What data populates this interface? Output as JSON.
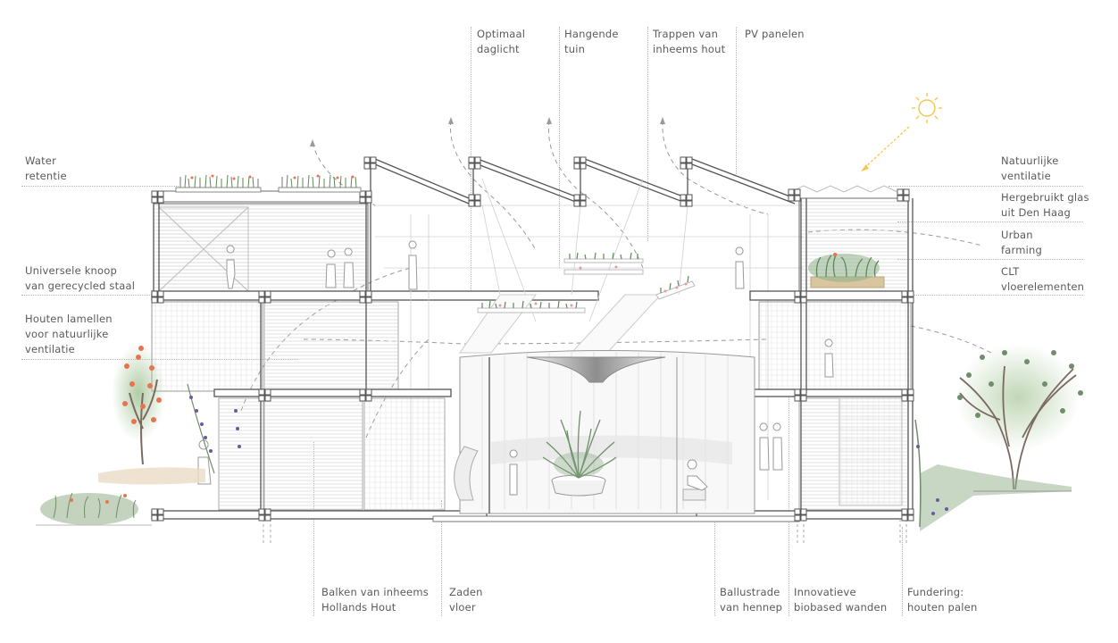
{
  "diagram": {
    "type": "architectural-section",
    "accent_colors": {
      "line": "#6b6b6b",
      "light_line": "#c8c8c8",
      "vegetation": "#7fa37a",
      "flowers": "#e8734f",
      "sun": "#f4c84a"
    }
  },
  "labels": {
    "top": [
      {
        "line1": "Optimaal",
        "line2": "daglicht"
      },
      {
        "line1": "Hangende",
        "line2": "tuin"
      },
      {
        "line1": "Trappen van",
        "line2": "inheems hout"
      },
      {
        "line1": "PV panelen",
        "line2": ""
      }
    ],
    "left": [
      {
        "line1": "Water",
        "line2": "retentie",
        "line3": ""
      },
      {
        "line1": "Universele knoop",
        "line2": "van gerecycled staal",
        "line3": ""
      },
      {
        "line1": "Houten lamellen",
        "line2": "voor natuurlijke",
        "line3": "ventilatie"
      }
    ],
    "right": [
      {
        "line1": "Natuurlijke",
        "line2": "ventilatie"
      },
      {
        "line1": "Hergebruikt glas",
        "line2": "uit Den Haag"
      },
      {
        "line1": "Urban",
        "line2": "farming"
      },
      {
        "line1": "CLT",
        "line2": "vloerelementen"
      }
    ],
    "bottom": [
      {
        "line1": "Balken van inheems",
        "line2": "Hollands Hout"
      },
      {
        "line1": "Zaden",
        "line2": "vloer"
      },
      {
        "line1": "Ballustrade",
        "line2": "van hennep"
      },
      {
        "line1": "Innovatieve",
        "line2": "biobased wanden"
      },
      {
        "line1": "Fundering:",
        "line2": "houten palen"
      }
    ]
  },
  "icons": [
    "sun-icon",
    "airflow-arrow-icon",
    "sunlight-arrow-icon",
    "person-silhouette-icon",
    "tree-icon",
    "planter-icon"
  ]
}
